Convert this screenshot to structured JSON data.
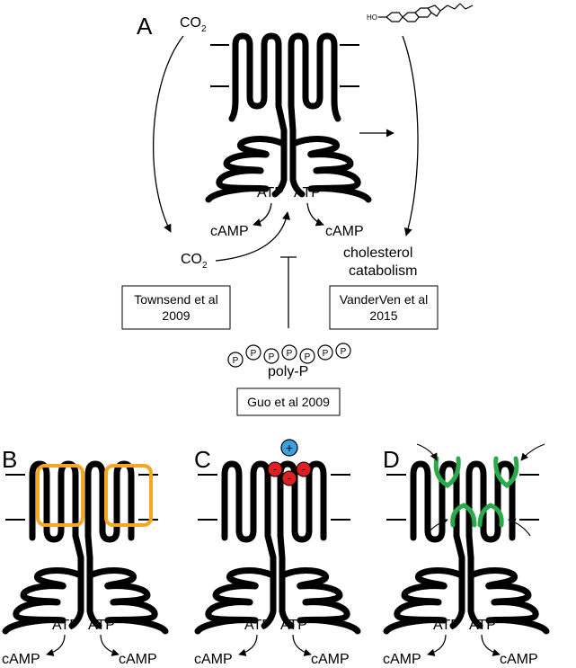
{
  "panel_a": {
    "letter": "A",
    "co2_top": "CO",
    "co2_top_sub": "2",
    "atp_left": "ATP",
    "atp_right": "ATP",
    "camp_left": "cAMP",
    "camp_right": "cAMP",
    "co2_mid": "CO",
    "co2_mid_sub": "2",
    "cholesterol_line1": "cholesterol",
    "cholesterol_line2": "catabolism",
    "ref_townsend_line1": "Townsend et al",
    "ref_townsend_line2": "2009",
    "ref_vanderven_line1": "VanderVen et al",
    "ref_vanderven_line2": "2015",
    "phosphate_label": "P",
    "polyp_label": "poly-P",
    "ref_guo": "Guo et al 2009",
    "ho_label": "HO"
  },
  "panel_b": {
    "letter": "B",
    "atp_left": "ATP",
    "atp_right": "ATP",
    "camp_left": "cAMP",
    "camp_right": "cAMP"
  },
  "panel_c": {
    "letter": "C",
    "atp_left": "ATP",
    "atp_right": "ATP",
    "camp_left": "cAMP",
    "camp_right": "cAMP",
    "plus": "+",
    "minus": "-"
  },
  "panel_d": {
    "letter": "D",
    "atp_left": "ATP",
    "atp_right": "ATP",
    "camp_left": "cAMP",
    "camp_right": "cAMP"
  },
  "colors": {
    "protein": "#000000",
    "box_orange": "#f5a623",
    "negative_red": "#e02020",
    "positive_blue": "#3aa0e0",
    "green_helix": "#2aaa4a"
  }
}
